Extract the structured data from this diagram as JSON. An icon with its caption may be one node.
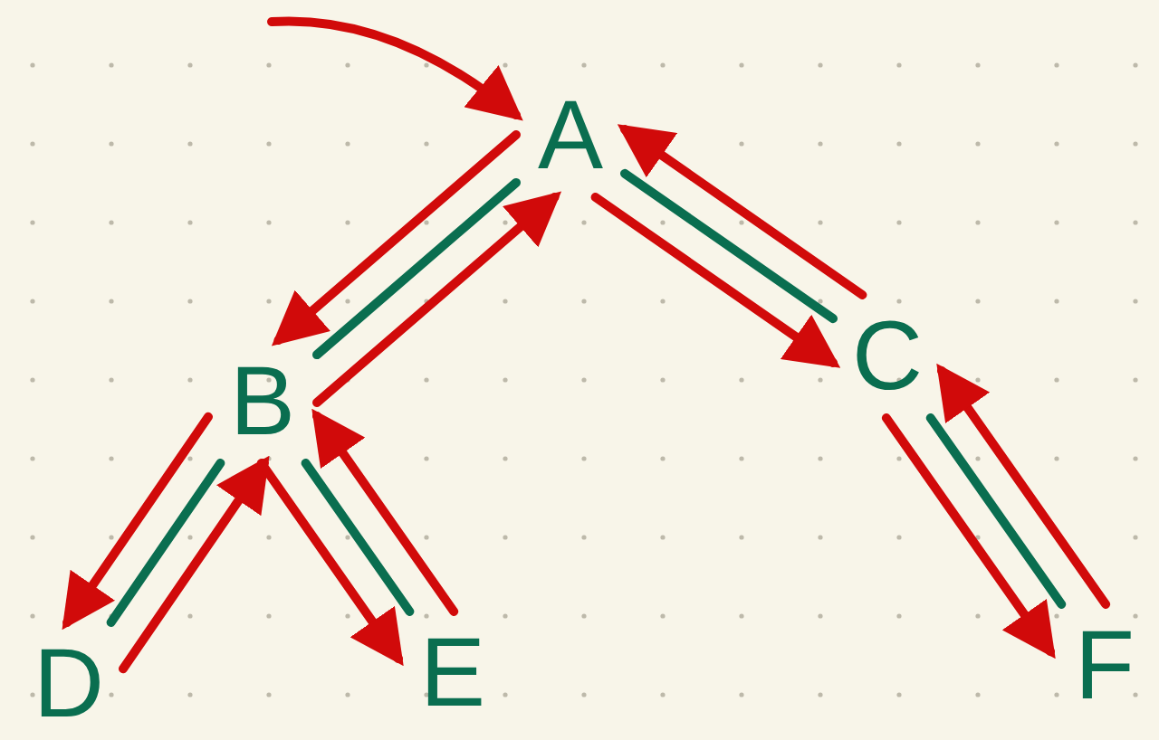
{
  "diagram": {
    "nodes": [
      {
        "text": [
          "A"
        ]
      },
      {
        "text": [
          "B"
        ]
      },
      {
        "text": [
          "C"
        ]
      },
      {
        "text": [
          "D"
        ]
      },
      {
        "text": [
          "E"
        ]
      },
      {
        "text": [
          "F"
        ]
      }
    ],
    "edges": [
      {
        "from": 0,
        "to": 1,
        "arrow": "none",
        "color": "#0a6e50"
      },
      {
        "from": 0,
        "to": 2,
        "arrow": "none",
        "color": "#0a6e50"
      },
      {
        "from": 1,
        "to": 3,
        "arrow": "none",
        "color": "#0a6e50"
      },
      {
        "from": 1,
        "to": 4,
        "arrow": "none",
        "color": "#0a6e50"
      },
      {
        "from": 2,
        "to": 5,
        "arrow": "none",
        "color": "#0a6e50"
      },
      {
        "from": null,
        "to": 0,
        "arrow": "to"
      },
      {
        "from": 0,
        "to": 1,
        "arrow": "to"
      },
      {
        "from": 1,
        "to": 3,
        "arrow": "to"
      },
      {
        "from": 3,
        "to": 1,
        "arrow": "to"
      },
      {
        "from": 1,
        "to": 4,
        "arrow": "to"
      },
      {
        "from": 4,
        "to": 1,
        "arrow": "to"
      },
      {
        "from": 1,
        "to": 0,
        "arrow": "to"
      },
      {
        "from": 0,
        "to": 2,
        "arrow": "to"
      },
      {
        "from": 2,
        "to": 5,
        "arrow": "to"
      },
      {
        "from": 5,
        "to": 2,
        "arrow": "to"
      },
      {
        "from": 2,
        "to": 0,
        "arrow": "to"
      }
    ]
  }
}
